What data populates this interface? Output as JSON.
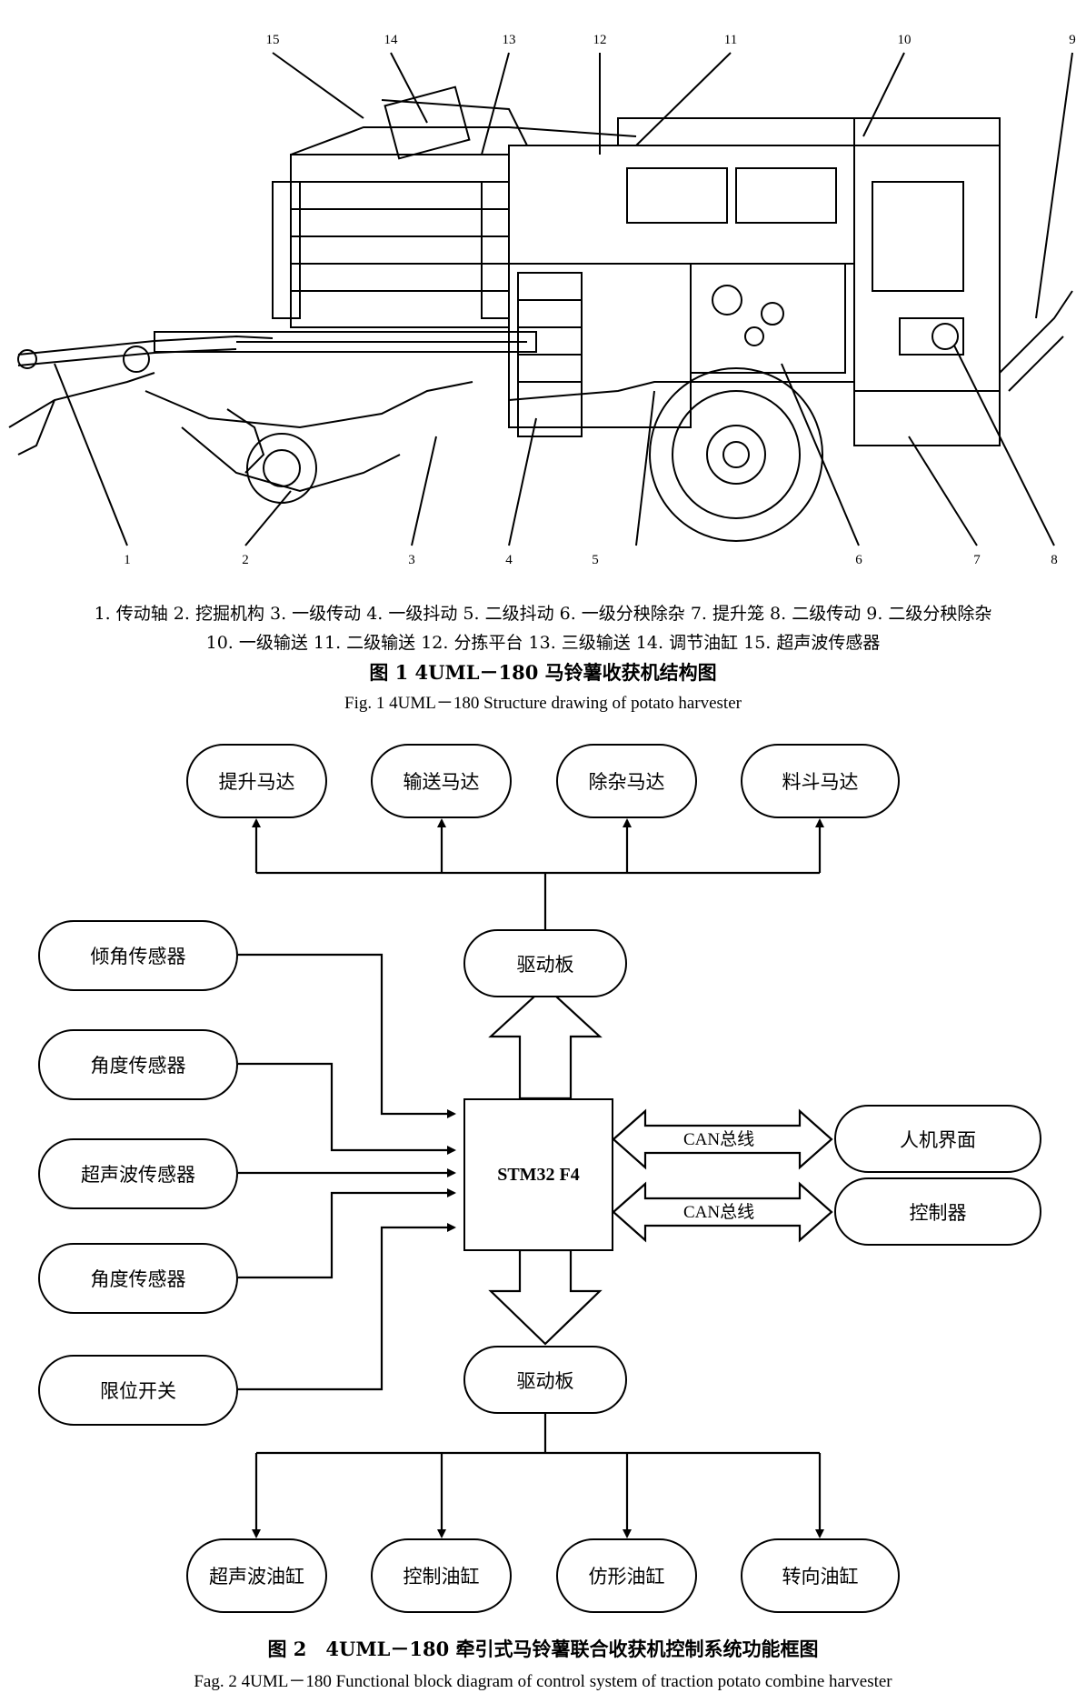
{
  "figure1": {
    "part_numbers": [
      "1",
      "2",
      "3",
      "4",
      "5",
      "6",
      "7",
      "8",
      "9",
      "10",
      "11",
      "12",
      "13",
      "14",
      "15"
    ],
    "legend_line1": "1. 传动轴 2. 挖掘机构 3. 一级传动 4. 一级抖动 5. 二级抖动 6. 一级分秧除杂 7. 提升笼 8. 二级传动 9. 二级分秧除杂",
    "legend_line2": "10. 一级输送 11. 二级输送 12. 分拣平台 13. 三级输送 14. 调节油缸 15. 超声波传感器",
    "title_cn": "图 1 4UML－180 马铃薯收获机结构图",
    "title_en": "Fig. 1 4UML－180 Structure drawing of potato harvester"
  },
  "figure2": {
    "top_motors": [
      "提升马达",
      "输送马达",
      "除杂马达",
      "料斗马达"
    ],
    "driver_board_top": "驱动板",
    "sensors": [
      "倾角传感器",
      "角度传感器",
      "超声波传感器",
      "角度传感器",
      "限位开关"
    ],
    "mcu": "STM32 F4",
    "bus_label_1": "CAN总线",
    "bus_label_2": "CAN总线",
    "hmi": "人机界面",
    "controller": "控制器",
    "driver_board_bottom": "驱动板",
    "bottom_cylinders": [
      "超声波油缸",
      "控制油缸",
      "仿形油缸",
      "转向油缸"
    ],
    "title_cn": "图 2　4UML－180 牵引式马铃薯联合收获机控制系统功能框图",
    "title_en": "Fag. 2 4UML－180 Functional block diagram of control system of traction potato combine harvester"
  }
}
